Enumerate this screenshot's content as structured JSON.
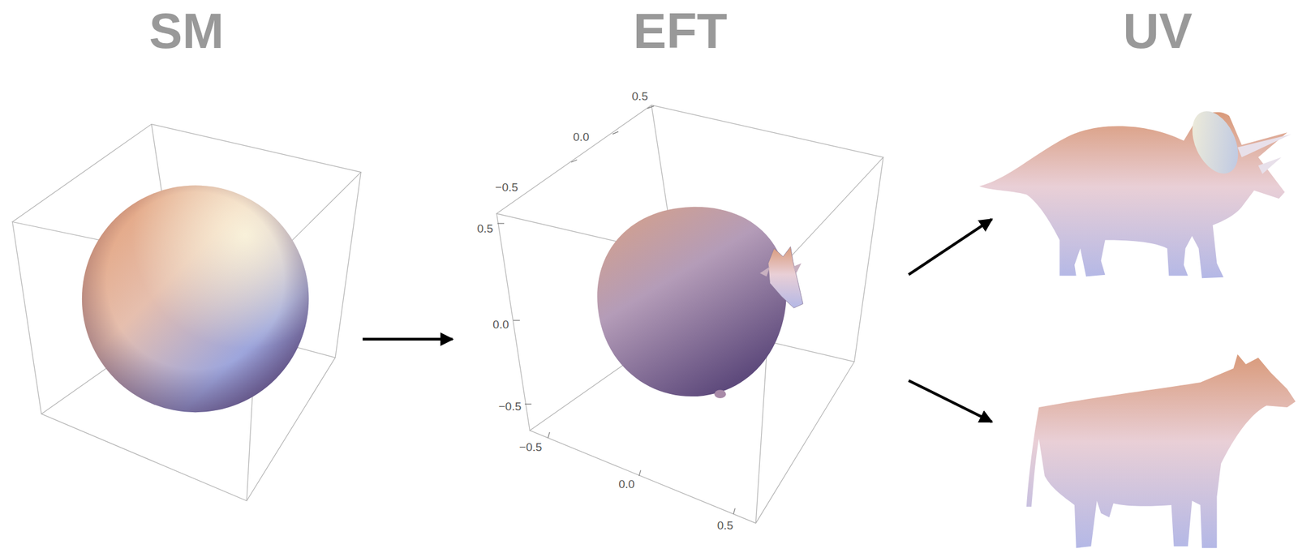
{
  "diagram": {
    "nodes": [
      {
        "text": [
          "SM"
        ]
      },
      {
        "text": [
          "EFT"
        ]
      },
      {
        "text": [
          "UV"
        ]
      }
    ],
    "edges": [
      {
        "from": 0,
        "to": 1,
        "arrow": "to"
      },
      {
        "from": 1,
        "to": 2,
        "arrow": "to"
      },
      {
        "from": 1,
        "to": 2,
        "arrow": "to"
      }
    ],
    "labels": [
      "0.5",
      "0.0",
      "−0.5",
      "0.5",
      "0.0",
      "−0.5",
      "−0.5",
      "0.0",
      "0.5"
    ]
  }
}
